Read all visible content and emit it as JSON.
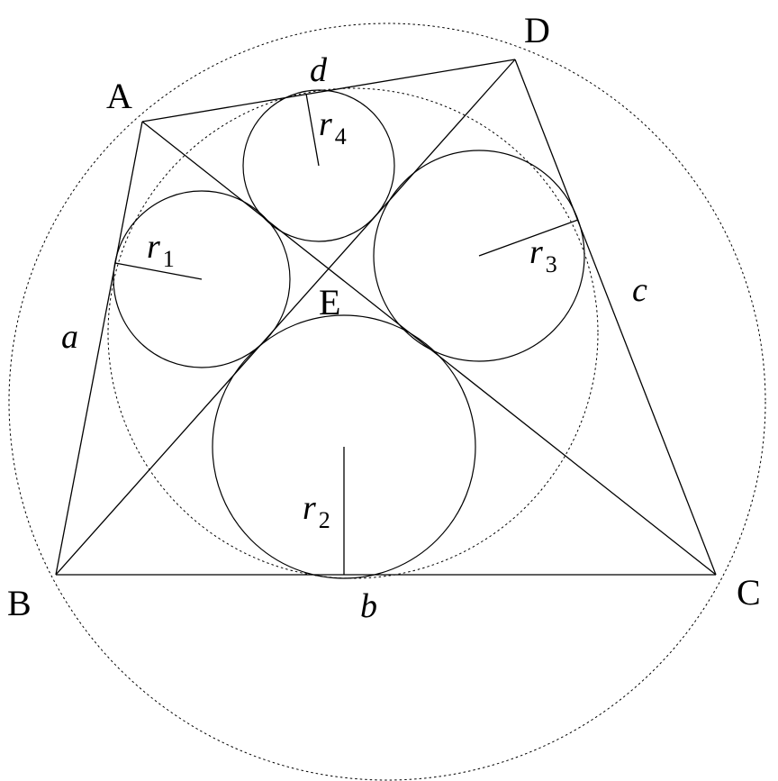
{
  "figure": {
    "vertices": {
      "A": "A",
      "B": "B",
      "C": "C",
      "D": "D",
      "E": "E"
    },
    "sides": {
      "a": "a",
      "b": "b",
      "c": "c",
      "d": "d"
    },
    "radii": [
      {
        "symbol": "r",
        "sub": "1"
      },
      {
        "symbol": "r",
        "sub": "2"
      },
      {
        "symbol": "r",
        "sub": "3"
      },
      {
        "symbol": "r",
        "sub": "4"
      }
    ]
  }
}
